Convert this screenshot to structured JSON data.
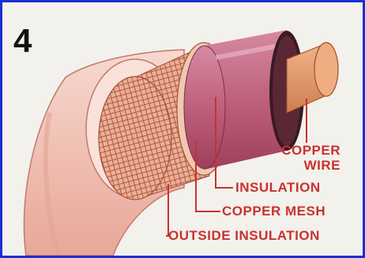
{
  "figure": {
    "number": "4",
    "labels": {
      "copper_wire_line1": "COPPER",
      "copper_wire_line2": "WIRE",
      "insulation": "INSULATION",
      "copper_mesh": "COPPER MESH",
      "outside_insulation": "OUTSIDE INSULATION"
    }
  },
  "colors": {
    "frame_border": "#1a2fd6",
    "label_red": "#c8322e",
    "outer_jacket": "#f3c6bb",
    "copper_mesh": "#e8a283",
    "inner_insulation": "#c0647f",
    "copper_core": "#e59b6e"
  }
}
